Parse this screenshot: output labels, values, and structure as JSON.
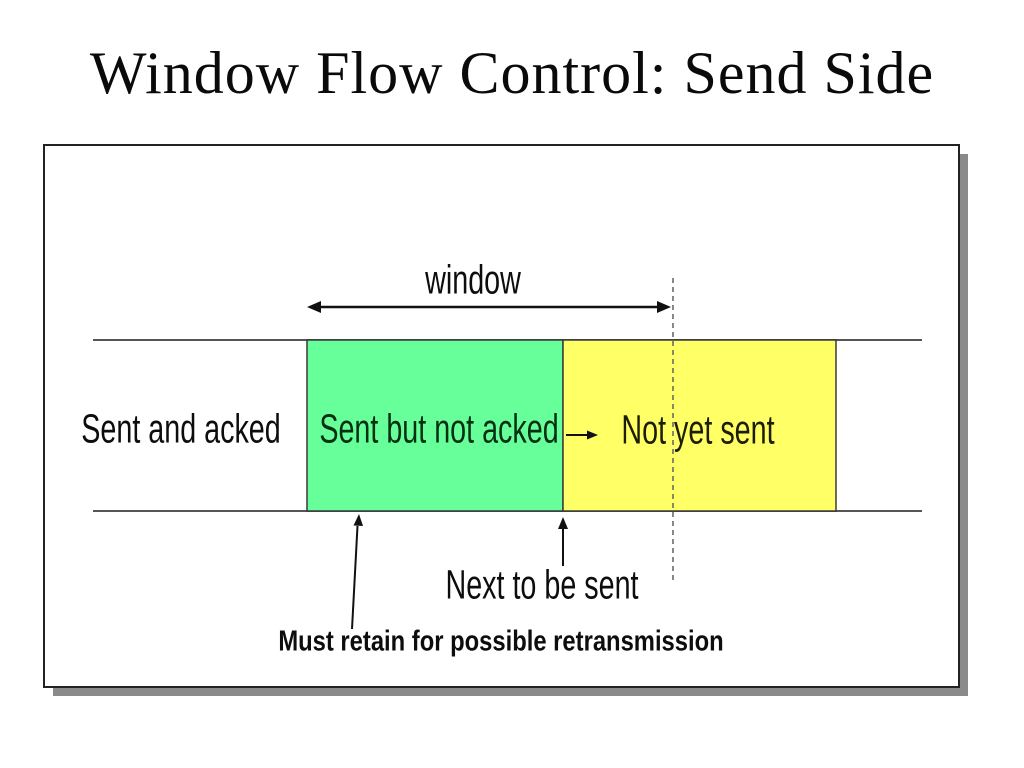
{
  "slide": {
    "title": "Window Flow Control: Send Side"
  },
  "diagram": {
    "window_label": "window",
    "sent_and_acked_label": "Sent and acked",
    "sent_not_acked_label": "Sent but not acked",
    "not_yet_sent_label": "Not yet sent",
    "next_to_be_sent_label": "Next to be sent",
    "must_retain_label": "Must retain for possible retransmission"
  },
  "colors": {
    "sent_not_acked_fill": "#66FF99",
    "not_yet_sent_fill": "#FFFF66",
    "band_line": "#555555",
    "region_border": "#3a3a3a",
    "arrow": "#111111",
    "dashed": "#606060",
    "box_border": "#222222",
    "box_shadow": "#8a8a8a"
  }
}
